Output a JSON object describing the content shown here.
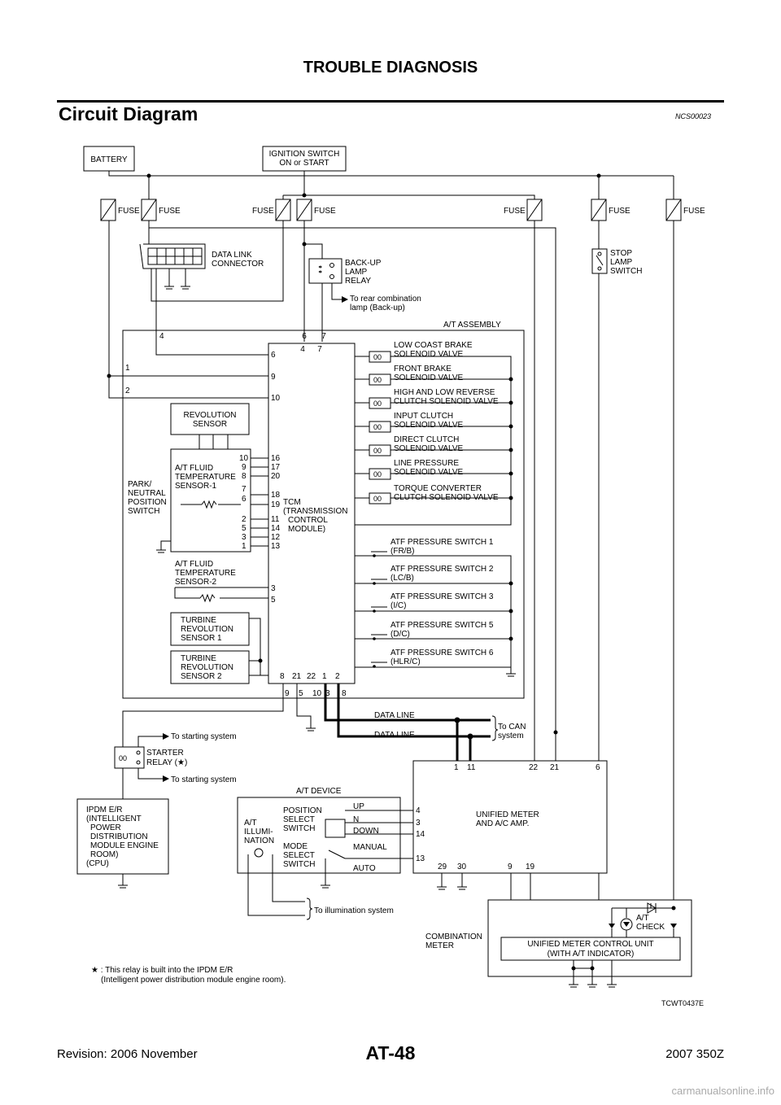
{
  "header": {
    "title": "TROUBLE DIAGNOSIS"
  },
  "section": {
    "title": "Circuit Diagram",
    "code": "NCS00023"
  },
  "footer": {
    "revision": "Revision: 2006 November",
    "page": "AT-48",
    "model": "2007 350Z",
    "watermark": "carmanualsonline.info"
  },
  "diagram": {
    "battery": "BATTERY",
    "ignition": [
      "IGNITION SWITCH",
      "ON or START"
    ],
    "fuse": "FUSE",
    "dlc": [
      "DATA LINK",
      "CONNECTOR"
    ],
    "backup_relay": [
      "BACK-UP",
      "LAMP",
      "RELAY"
    ],
    "rear_combo": [
      "To rear combination",
      "lamp (Back-up)"
    ],
    "stop_lamp": [
      "STOP",
      "LAMP",
      "SWITCH"
    ],
    "at_assembly": "A/T ASSEMBLY",
    "tcm": [
      "TCM",
      "(TRANSMISSION",
      "CONTROL",
      "MODULE)"
    ],
    "solenoids": [
      [
        "LOW COAST BRAKE",
        "SOLENOID VALVE"
      ],
      [
        "FRONT BRAKE",
        "SOLENOID VALVE"
      ],
      [
        "HIGH AND LOW REVERSE",
        "CLUTCH SOLENOID VALVE"
      ],
      [
        "INPUT CLUTCH",
        "SOLENOID VALVE"
      ],
      [
        "DIRECT CLUTCH",
        "SOLENOID VALVE"
      ],
      [
        "LINE PRESSURE",
        "SOLENOID VALVE"
      ],
      [
        "TORQUE CONVERTER",
        "CLUTCH SOLENOID VALVE"
      ]
    ],
    "pressure_switches": [
      [
        "ATF PRESSURE SWITCH 1",
        "(FR/B)"
      ],
      [
        "ATF PRESSURE SWITCH 2",
        "(LC/B)"
      ],
      [
        "ATF PRESSURE SWITCH 3",
        "(I/C)"
      ],
      [
        "ATF PRESSURE SWITCH 5",
        "(D/C)"
      ],
      [
        "ATF PRESSURE SWITCH 6",
        "(HLR/C)"
      ]
    ],
    "revolution_sensor": [
      "REVOLUTION",
      "SENSOR"
    ],
    "pnp_switch": [
      "PARK/",
      "NEUTRAL",
      "POSITION",
      "SWITCH"
    ],
    "fluid_temp1": [
      "A/T FLUID",
      "TEMPERATURE",
      "SENSOR-1"
    ],
    "fluid_temp2": [
      "A/T FLUID",
      "TEMPERATURE",
      "SENSOR-2"
    ],
    "turbine1": [
      "TURBINE",
      "REVOLUTION",
      "SENSOR 1"
    ],
    "turbine2": [
      "TURBINE",
      "REVOLUTION",
      "SENSOR 2"
    ],
    "data_line": "DATA LINE",
    "to_can": [
      "To CAN",
      "system"
    ],
    "to_starting": "To starting system",
    "starter_relay": [
      "STARTER",
      "RELAY (★)"
    ],
    "ipdm": [
      "IPDM E/R",
      "(INTELLIGENT",
      "POWER",
      "DISTRIBUTION",
      "MODULE ENGINE",
      "ROOM)",
      "(CPU)"
    ],
    "at_device": "A/T DEVICE",
    "at_illum": [
      "A/T",
      "ILLUMI-",
      "NATION"
    ],
    "position_select": [
      "POSITION",
      "SELECT",
      "SWITCH"
    ],
    "mode_select": [
      "MODE",
      "SELECT",
      "SWITCH"
    ],
    "positions": [
      "UP",
      "N",
      "DOWN",
      "MANUAL",
      "AUTO"
    ],
    "unified_meter": [
      "UNIFIED METER",
      "AND A/C AMP."
    ],
    "to_illum": "To illumination system",
    "combo_meter": [
      "COMBINATION",
      "METER"
    ],
    "at_check": [
      "A/T",
      "CHECK"
    ],
    "meter_cu": [
      "UNIFIED METER CONTROL UNIT",
      "(WITH A/T INDICATOR)"
    ],
    "note": [
      "★ : This relay is built into the IPDM E/R",
      "(Intelligent power distribution module engine room)."
    ],
    "figure_code": "TCWT0437E",
    "pins": {
      "tcm_left": [
        "6",
        "9",
        "10",
        "16",
        "17",
        "20",
        "18",
        "19",
        "11",
        "14",
        "12",
        "13",
        "3",
        "5"
      ],
      "sensor1": [
        "10",
        "9",
        "8",
        "7",
        "6",
        "2",
        "5",
        "3",
        "1"
      ],
      "rev_sensor": [
        "13",
        "12",
        "11"
      ],
      "harness_left": [
        "4",
        "1",
        "2"
      ],
      "tcm_top_outer": [
        "6",
        "7"
      ],
      "tcm_top_inner": [
        "4",
        "7"
      ],
      "tcm_bottom_inner": [
        "8",
        "21",
        "22",
        "1",
        "2"
      ],
      "tcm_bottom_outer": [
        "9",
        "5",
        "10",
        "3",
        "8"
      ],
      "umeter_top": [
        "1",
        "11",
        "22",
        "21",
        "6"
      ],
      "umeter_left": [
        "4",
        "3",
        "14",
        "13"
      ],
      "umeter_bottom": [
        "29",
        "30",
        "9",
        "19"
      ]
    }
  }
}
